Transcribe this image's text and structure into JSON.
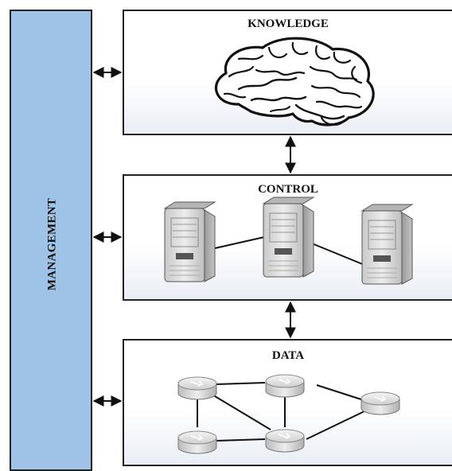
{
  "management": {
    "label": "MANAGEMENT"
  },
  "layers": {
    "knowledge": {
      "title": "KNOWLEDGE"
    },
    "control": {
      "title": "CONTROL"
    },
    "data": {
      "title": "DATA"
    }
  },
  "icons": {
    "knowledge": "brain-icon",
    "control": "server-icon",
    "data": "router-icon"
  },
  "colors": {
    "management_fill": "#9ec3e6",
    "border": "#222222",
    "server_body": "#d2d2d2",
    "router_body": "#e2e2e2"
  }
}
